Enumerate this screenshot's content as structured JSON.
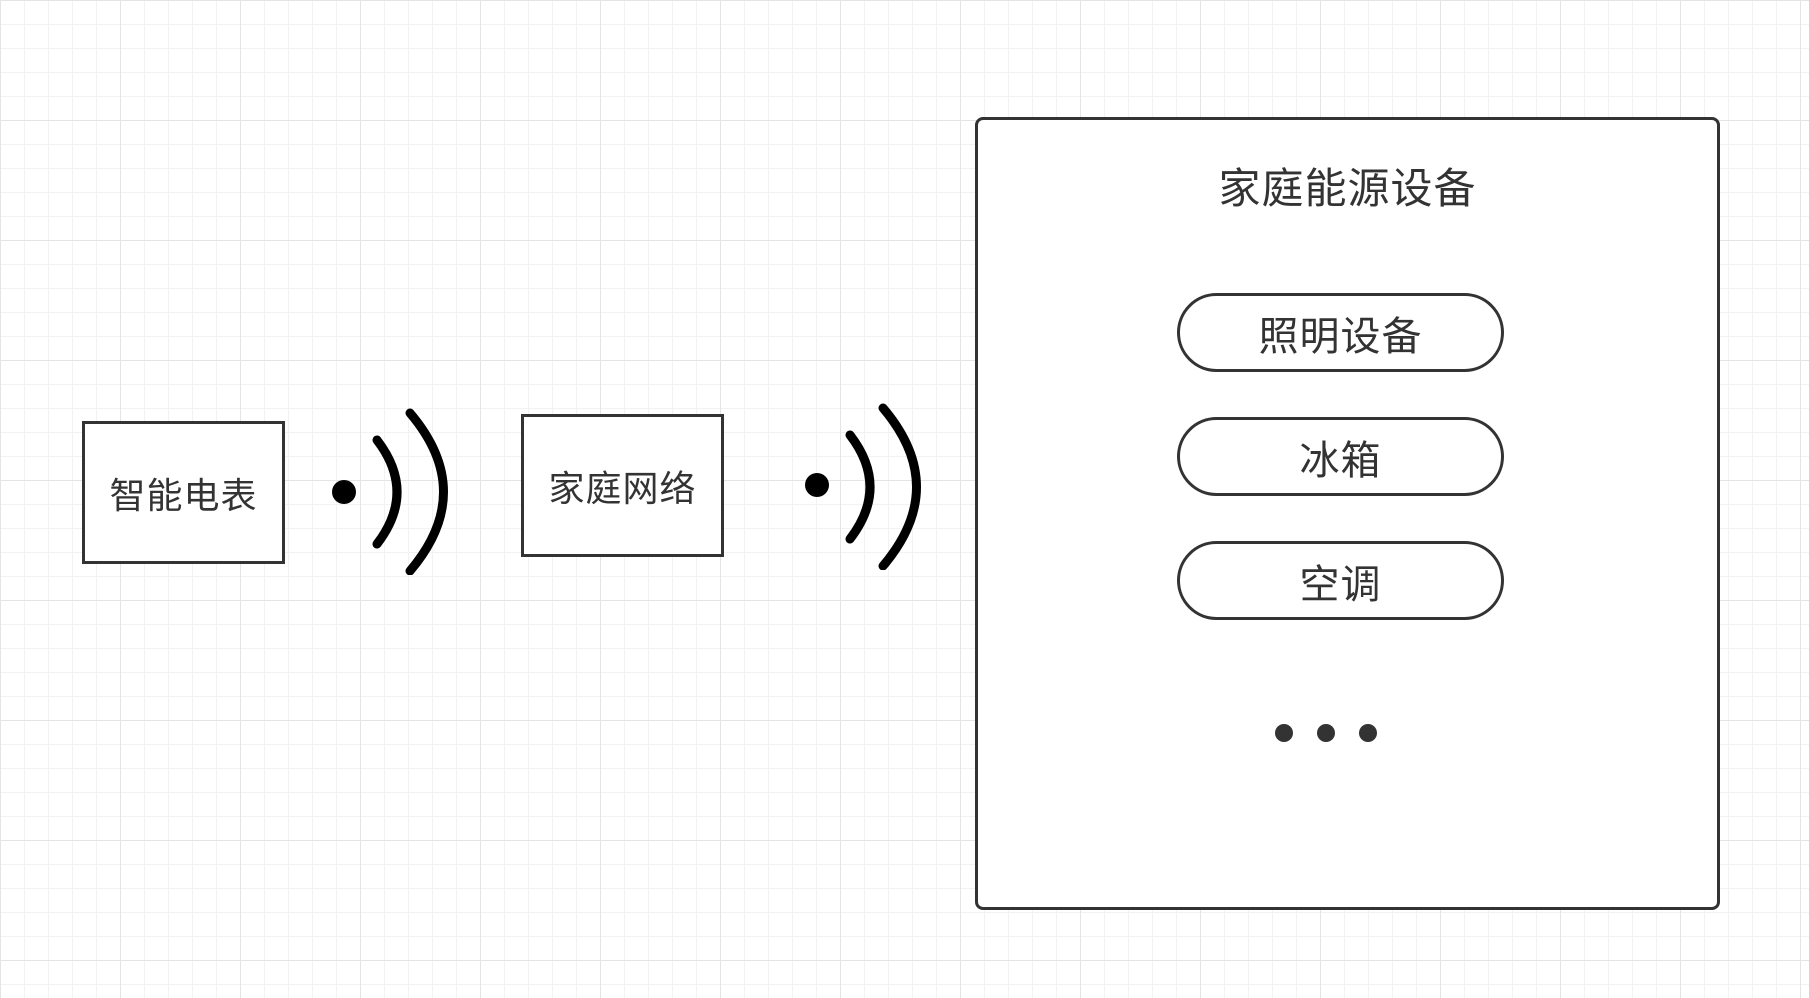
{
  "diagram": {
    "smart_meter": {
      "label": "智能电表"
    },
    "home_network": {
      "label": "家庭网络"
    },
    "home_energy_devices": {
      "title": "家庭能源设备",
      "items": [
        {
          "label": "照明设备"
        },
        {
          "label": "冰箱"
        },
        {
          "label": "空调"
        }
      ],
      "more_indicator": "ellipsis"
    },
    "connectors": [
      {
        "type": "wireless-signal-icon",
        "from": "智能电表",
        "to": "家庭网络"
      },
      {
        "type": "wireless-signal-icon",
        "from": "家庭网络",
        "to": "家庭能源设备"
      }
    ],
    "colors": {
      "stroke": "#333333",
      "signal": "#000000",
      "background": "#ffffff",
      "grid": "#e4e4e4"
    }
  }
}
